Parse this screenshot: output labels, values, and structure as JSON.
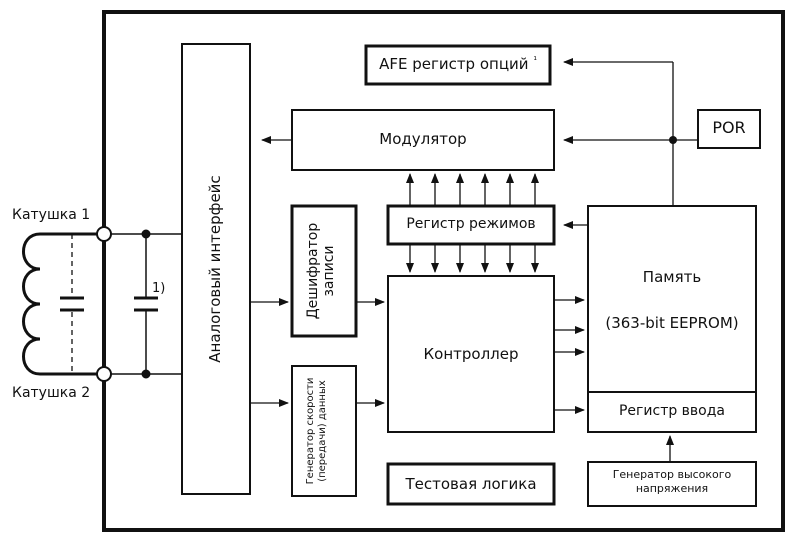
{
  "coil_labels": {
    "coil1": "Катушка 1",
    "coil2": "Катушка 2"
  },
  "capacitor_note": "1)",
  "blocks": {
    "analog_interface": "Аналоговый интерфейс",
    "afe_register": "AFE регистр опций",
    "afe_mark": "¹",
    "modulator": "Модулятор",
    "por": "POR",
    "mode_register": "Регистр режимов",
    "decoder_line1": "Дешифратор",
    "decoder_line2": "записи",
    "controller": "Контроллер",
    "memory_title": "Память",
    "memory_type": "(363-bit EEPROM)",
    "input_register": "Регистр ввода",
    "rate_gen_line1": "Генератор скорости",
    "rate_gen_line2": "(передачи) данных",
    "test_logic": "Тестовая логика",
    "hv_gen_line1": "Генератор высокого",
    "hv_gen_line2": "напряжения"
  }
}
